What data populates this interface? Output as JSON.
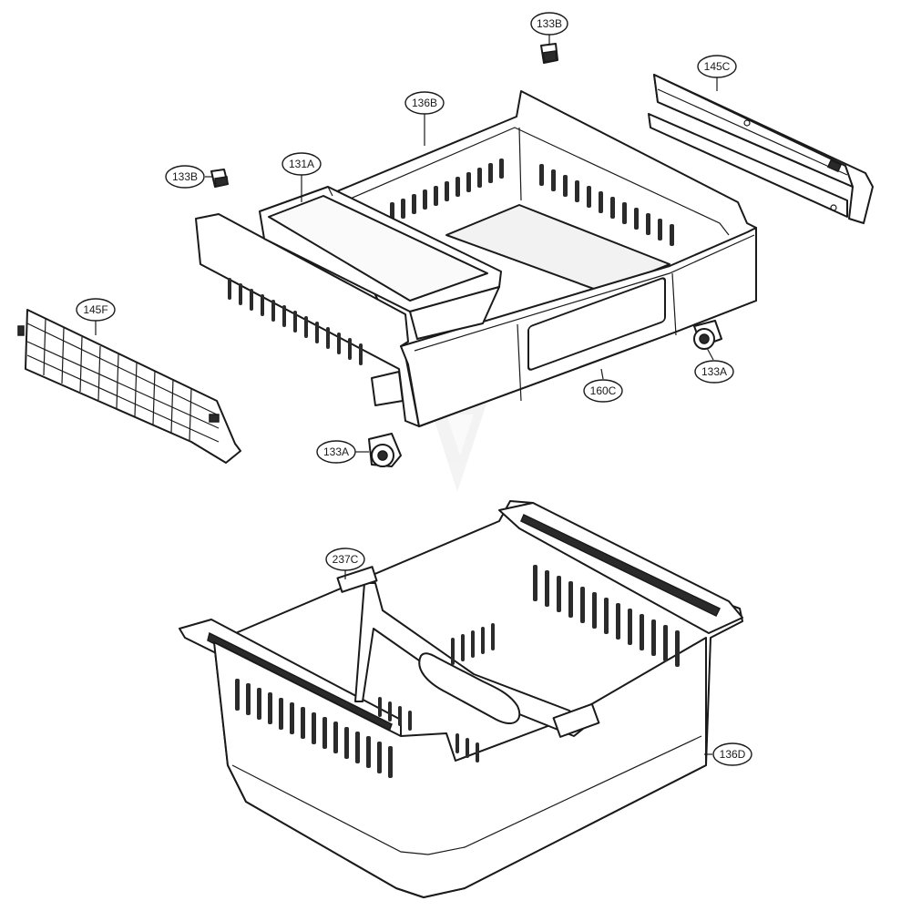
{
  "diagram": {
    "callouts": [
      {
        "id": "c-133b-top",
        "label": "133B"
      },
      {
        "id": "c-145c",
        "label": "145C"
      },
      {
        "id": "c-136b",
        "label": "136B"
      },
      {
        "id": "c-133b-left",
        "label": "133B"
      },
      {
        "id": "c-131a",
        "label": "131A"
      },
      {
        "id": "c-145f",
        "label": "145F"
      },
      {
        "id": "c-133a-right",
        "label": "133A"
      },
      {
        "id": "c-160c",
        "label": "160C"
      },
      {
        "id": "c-133a-bottom",
        "label": "133A"
      },
      {
        "id": "c-237c",
        "label": "237C"
      },
      {
        "id": "c-136d",
        "label": "136D"
      }
    ],
    "colors": {
      "line": "#1a1a1a",
      "fill": "#ffffff",
      "slot": "#2b2b2b",
      "watermark": "#ececec"
    }
  }
}
